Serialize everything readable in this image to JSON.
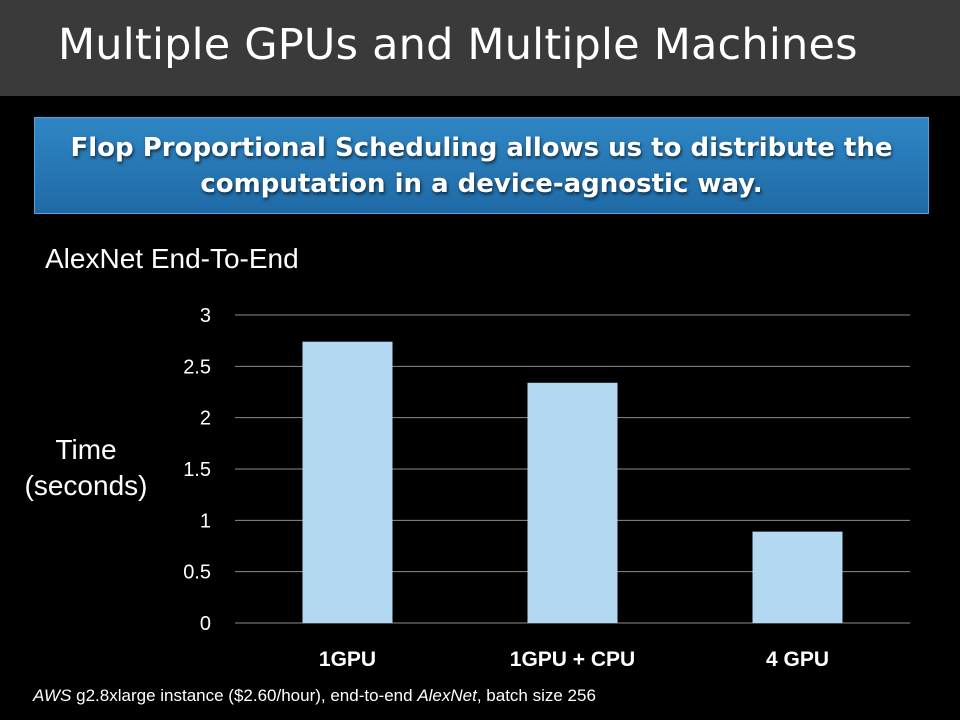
{
  "slide": {
    "title": "Multiple GPUs and Multiple Machines",
    "callout": "Flop Proportional Scheduling allows us to distribute the computation in a device-agnostic way.",
    "footnote": {
      "part1": "AWS",
      "part2": " g2.8xlarge instance ($2.60/hour), end-to-end ",
      "part3": "AlexNet",
      "part4": ", batch size 256"
    }
  },
  "chart_data": {
    "type": "bar",
    "title": "AlexNet End-To-End",
    "ylabel_line1": "Time",
    "ylabel_line2": "(seconds)",
    "xlabel": "",
    "categories": [
      "1GPU",
      "1GPU + CPU",
      "4 GPU"
    ],
    "values": [
      2.74,
      2.34,
      0.89
    ],
    "ylim": [
      0,
      3
    ],
    "yticks": [
      0,
      0.5,
      1,
      1.5,
      2,
      2.5,
      3
    ],
    "ytick_labels": [
      "0",
      "0.5",
      "1",
      "1.5",
      "2",
      "2.5",
      "3"
    ],
    "grid": true,
    "bar_color": "#b3d9f2",
    "grid_color": "#8c8c8c"
  },
  "colors": {
    "background": "#000000",
    "title_bar": "#3a3a3a",
    "callout": "#2a7dbd",
    "text": "#ffffff"
  }
}
